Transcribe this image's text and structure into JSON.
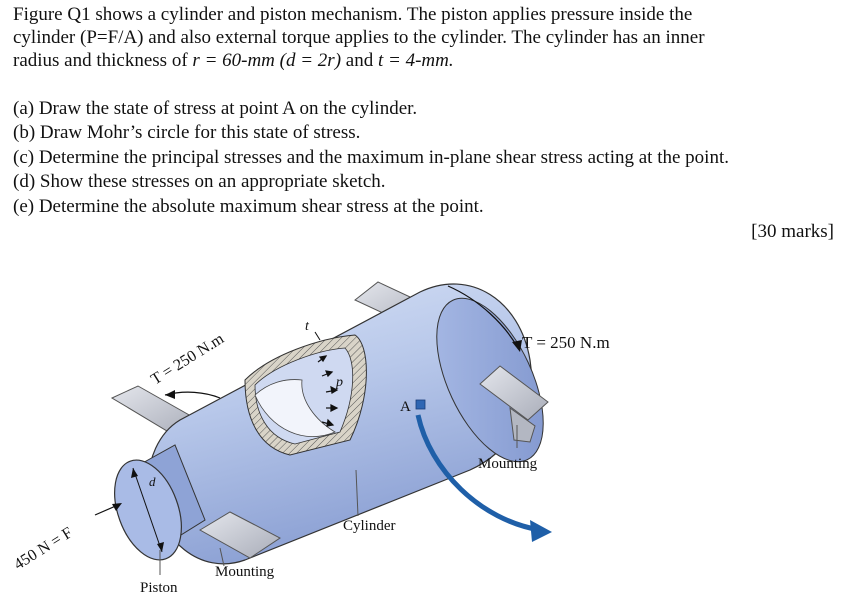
{
  "problem": {
    "intro": {
      "line1": "Figure Q1 shows a cylinder and piston mechanism. The piston applies pressure inside the",
      "line2": "cylinder (P=F/A) and also external torque applies to the cylinder. The cylinder has an inner",
      "line3_pre": "radius and thickness of ",
      "line3_r": "r",
      "line3_rval": " = 60-mm (d = 2r)",
      "line3_and": " and ",
      "line3_t": "t",
      "line3_tval": " = 4-mm."
    },
    "questions": [
      "(a) Draw the state of stress at point A on the cylinder.",
      "(b) Draw Mohr’s circle for this state of stress.",
      "(c) Determine the principal stresses and the maximum in-plane shear stress acting at the point.",
      "(d) Show these stresses on an appropriate sketch.",
      "(e) Determine the absolute maximum shear stress at the point."
    ],
    "marks": "[30 marks]"
  },
  "figure": {
    "torque_left": "T = 250 N.m",
    "torque_right": "T = 250 N.m",
    "force": "450 N = F",
    "label_t": "t",
    "label_p": "p",
    "label_A": "A",
    "label_d": "d",
    "mounting_right": "Mounting",
    "mounting_bottom": "Mounting",
    "cylinder": "Cylinder",
    "piston": "Piston",
    "colors": {
      "cylinder_body": "#b8c8ea",
      "cylinder_shade": "#8ea3d6",
      "mount": "#c9ccd6",
      "arrow_blue": "#1f5fa8"
    }
  }
}
